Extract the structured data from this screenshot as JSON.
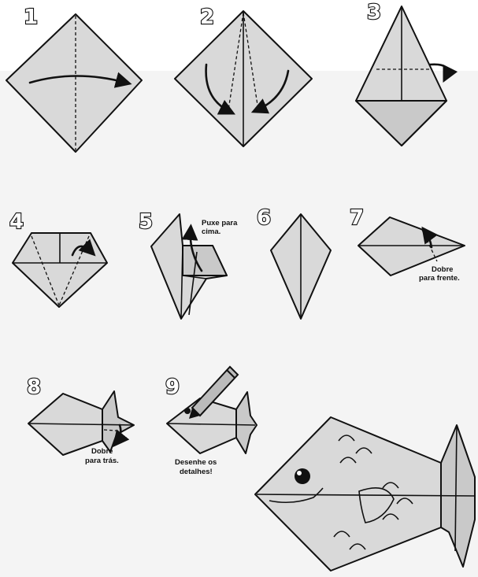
{
  "steps": [
    {
      "number": "1"
    },
    {
      "number": "2"
    },
    {
      "number": "3"
    },
    {
      "number": "4"
    },
    {
      "number": "5",
      "note_lines": [
        "Puxe para",
        "cima."
      ]
    },
    {
      "number": "6"
    },
    {
      "number": "7",
      "note_lines": [
        "Dobre",
        "para frente."
      ]
    },
    {
      "number": "8",
      "note_lines": [
        "Dobre",
        "para trás."
      ]
    },
    {
      "number": "9",
      "note_lines": [
        "Desenhe os",
        "detalhes!"
      ]
    }
  ],
  "colors": {
    "paper": "#d9d9d9",
    "outline": "#111111",
    "background": "#ffffff"
  },
  "icons": [
    "curved-arrow-icon",
    "pencil-icon"
  ]
}
